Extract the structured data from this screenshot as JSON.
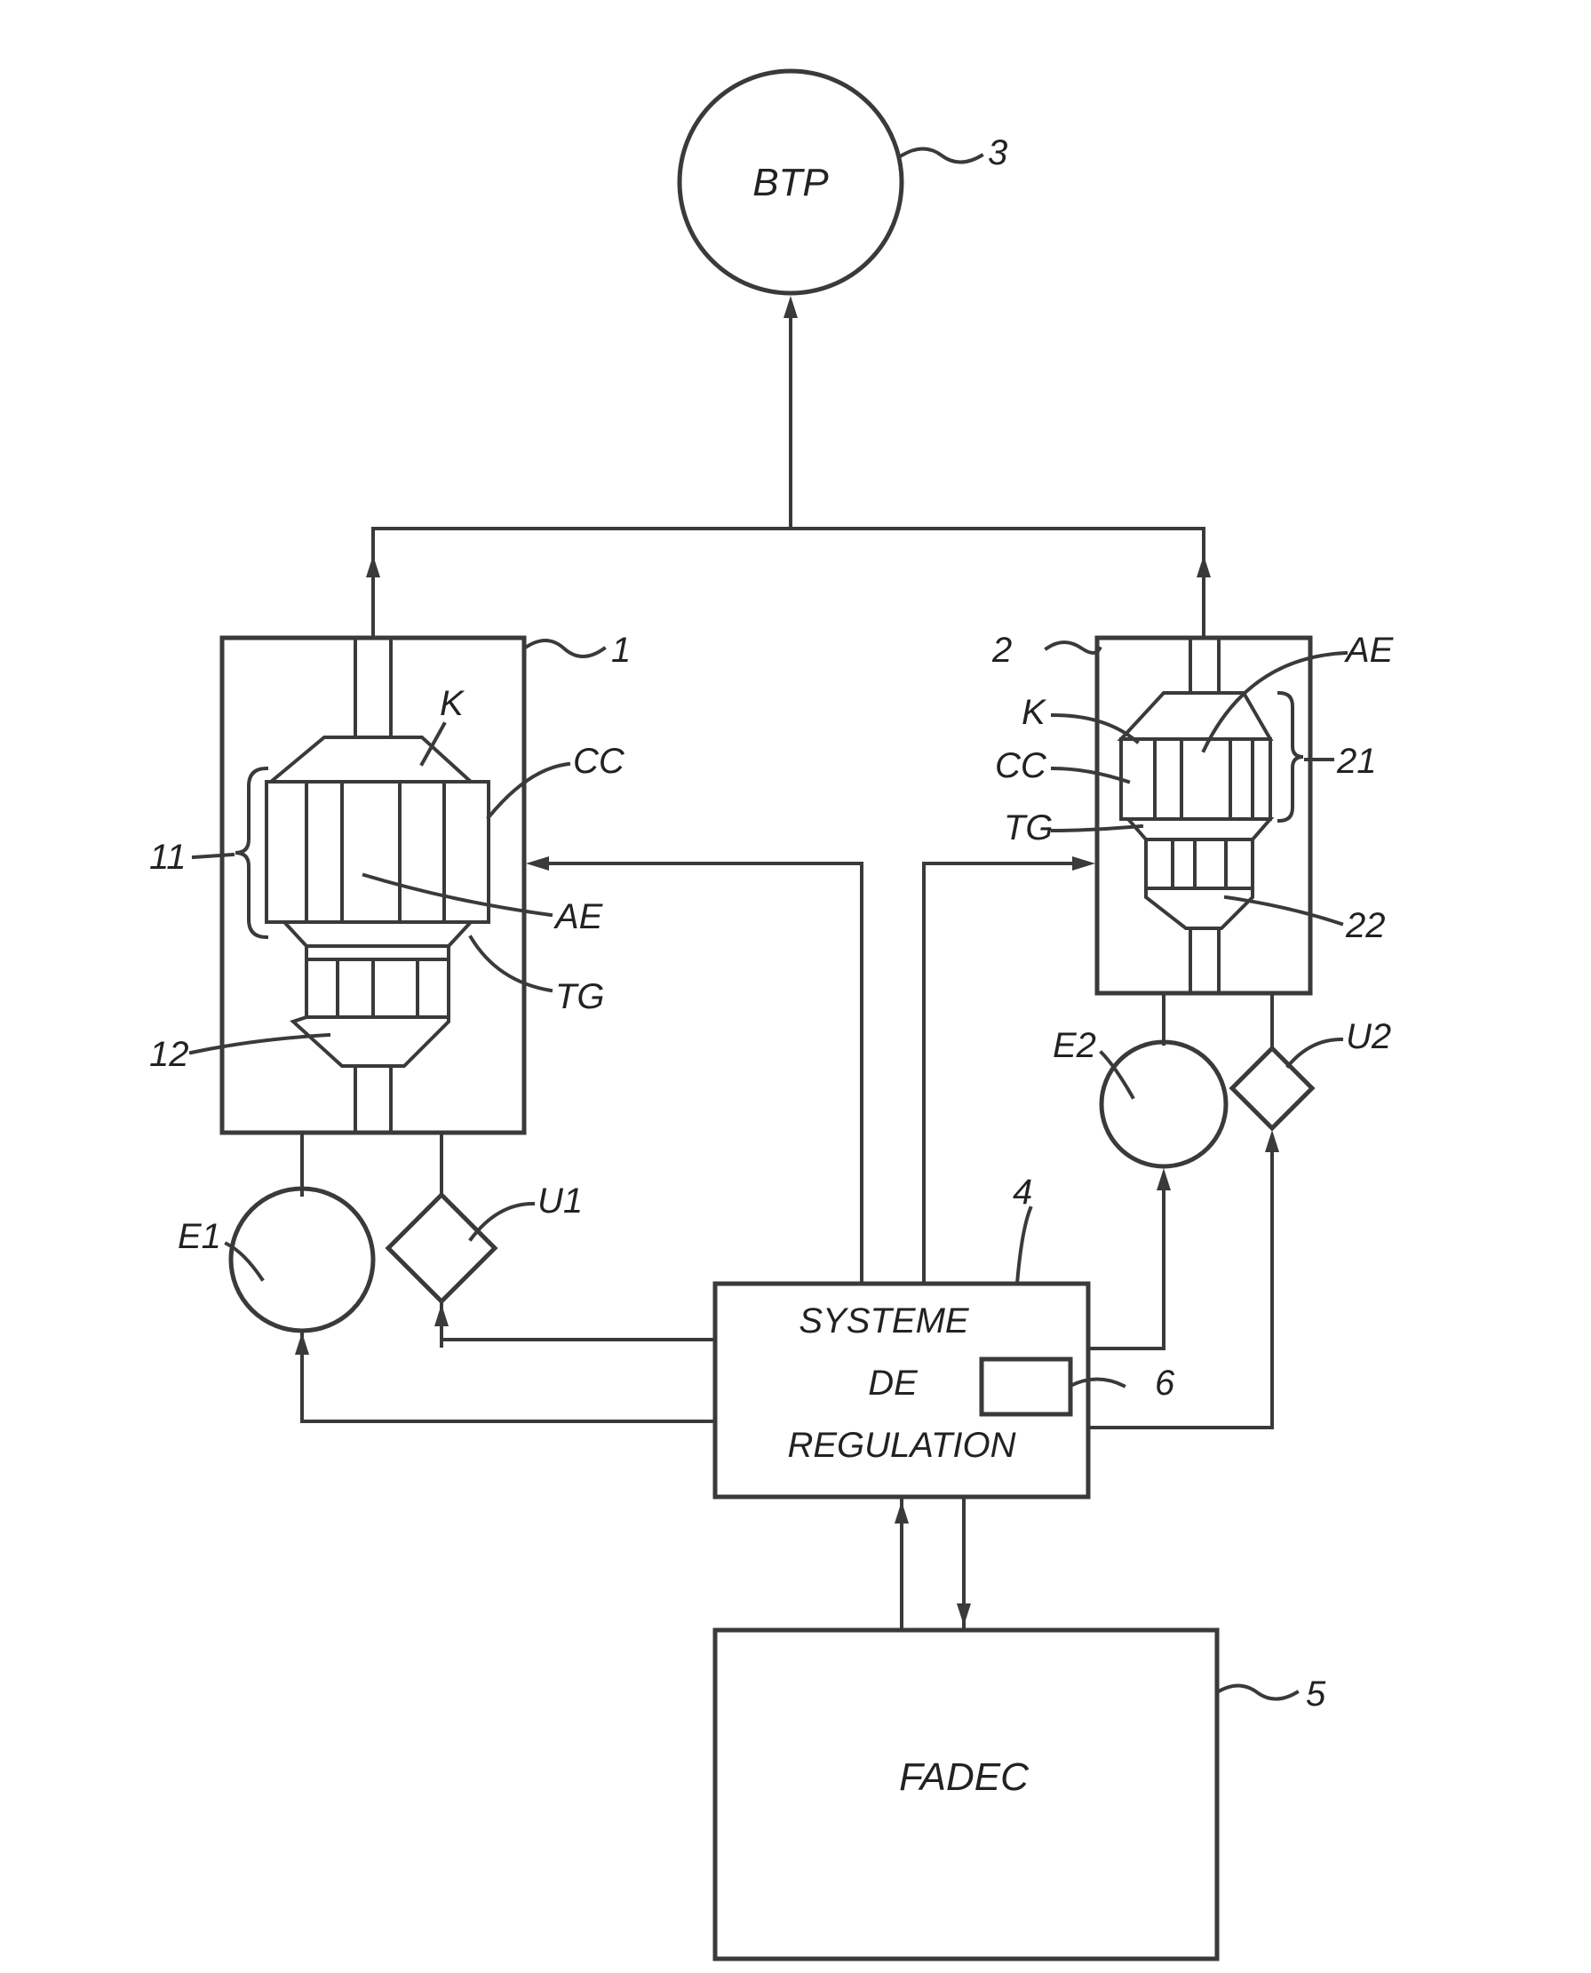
{
  "nodes": {
    "btp": "BTP",
    "regulation_line1": "SYSTEME",
    "regulation_line2": "DE",
    "regulation_line3": "REGULATION",
    "fadec": "FADEC"
  },
  "refs": {
    "ref_1": "1",
    "ref_2": "2",
    "ref_3": "3",
    "ref_4": "4",
    "ref_5": "5",
    "ref_6": "6",
    "ref_11": "11",
    "ref_12": "12",
    "ref_21": "21",
    "ref_22": "22"
  },
  "engine1": {
    "k": "K",
    "cc": "CC",
    "ae": "AE",
    "tg": "TG"
  },
  "engine2": {
    "k": "K",
    "cc": "CC",
    "ae": "AE",
    "tg": "TG"
  },
  "components": {
    "e1": "E1",
    "u1": "U1",
    "e2": "E2",
    "u2": "U2"
  }
}
